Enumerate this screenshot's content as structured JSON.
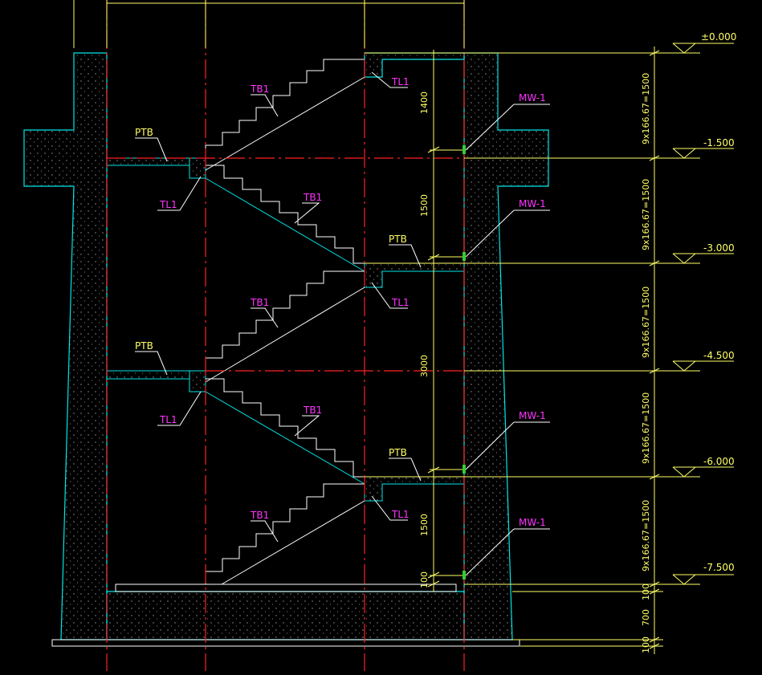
{
  "drawing": {
    "labels": {
      "tb1": "TB1",
      "tl1": "TL1",
      "ptb": "PTB",
      "mw1": "MW-1"
    },
    "levels": [
      "±0.000",
      "-1.500",
      "-3.000",
      "-4.500",
      "-6.000",
      "-7.500"
    ],
    "riser_dims": [
      "9x166.67=1500",
      "9x166.67=1500",
      "9x166.67=1500",
      "9x166.67=1500",
      "9x166.67=1500"
    ],
    "vertical_dims": [
      "1400",
      "1500",
      "3000",
      "1500",
      "100"
    ],
    "base_dims": [
      "100",
      "700",
      "100"
    ],
    "colors": {
      "wall": "#00e5e5",
      "axis": "#ff2020",
      "dim": "#ffff66",
      "stair": "#ffffff",
      "tag": "#ff33ff"
    }
  }
}
